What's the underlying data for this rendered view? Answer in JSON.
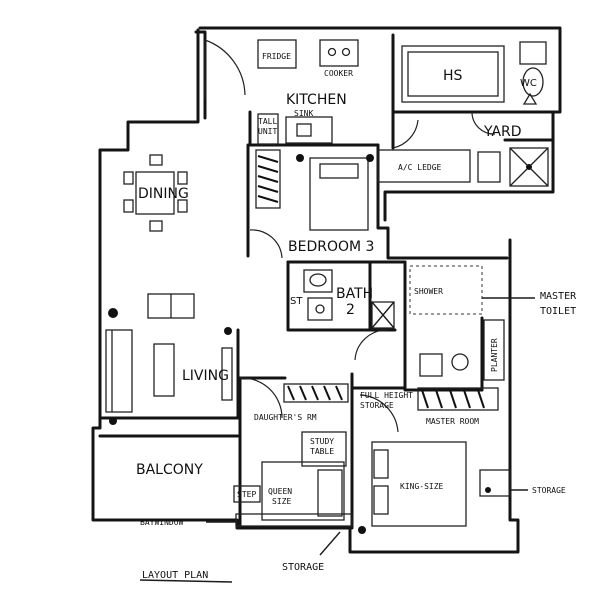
{
  "plan": {
    "title": "LAYOUT PLAN",
    "rooms": {
      "kitchen": "KITCHEN",
      "hs": "HS",
      "wc": "WC",
      "yard": "YARD",
      "dining": "DINING",
      "bedroom3": "BEDROOM 3",
      "bath_line1": "BATH",
      "bath_line2": "2",
      "living": "LIVING",
      "balcony": "BALCONY",
      "daughters_rm": "DAUGHTER'S RM",
      "master_room": "MASTER ROOM"
    },
    "fixtures": {
      "fridge": "FRIDGE",
      "cooker": "COOKER",
      "sink": "SINK",
      "tall_unit_1": "TALL",
      "tall_unit_2": "UNIT",
      "ac_ledge": "A/C LEDGE",
      "st": "ST",
      "shower": "SHOWER",
      "planter": "PLANTER",
      "full_height_1": "FULL HEIGHT",
      "full_height_2": "STORAGE",
      "study_1": "STUDY",
      "study_2": "TABLE",
      "queen_1": "QUEEN",
      "queen_2": "SIZE",
      "step": "STEP",
      "king": "KING-SIZE"
    },
    "callouts": {
      "master_toilet_1": "MASTER",
      "master_toilet_2": "TOILET",
      "storage_right": "STORAGE",
      "baywindow": "BAYWINDOW",
      "storage_bottom": "STORAGE"
    }
  }
}
